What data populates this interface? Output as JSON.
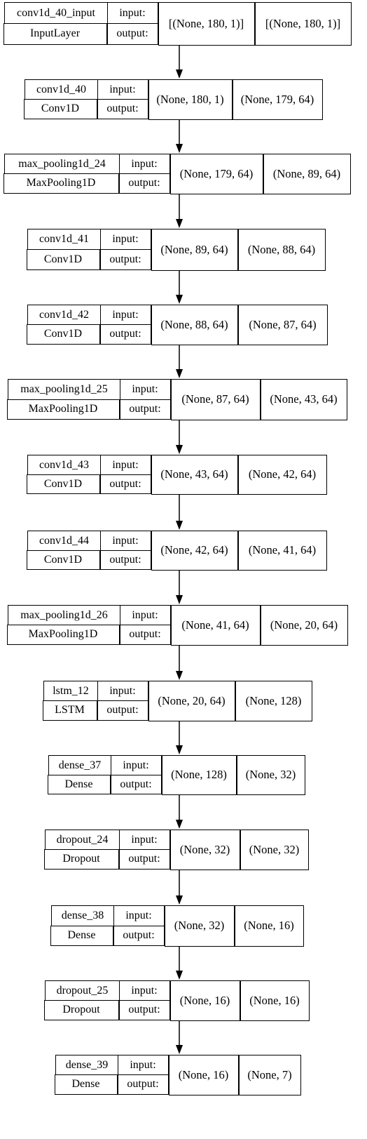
{
  "layers": [
    {
      "name": "conv1d_40_input",
      "cls": "InputLayer",
      "input_label": "input:",
      "output_label": "output:",
      "input_shape": "[(None, 180, 1)]",
      "output_shape": "[(None, 180, 1)]"
    },
    {
      "name": "conv1d_40",
      "cls": "Conv1D",
      "input_label": "input:",
      "output_label": "output:",
      "input_shape": "(None, 180, 1)",
      "output_shape": "(None, 179, 64)"
    },
    {
      "name": "max_pooling1d_24",
      "cls": "MaxPooling1D",
      "input_label": "input:",
      "output_label": "output:",
      "input_shape": "(None, 179, 64)",
      "output_shape": "(None, 89, 64)"
    },
    {
      "name": "conv1d_41",
      "cls": "Conv1D",
      "input_label": "input:",
      "output_label": "output:",
      "input_shape": "(None, 89, 64)",
      "output_shape": "(None, 88, 64)"
    },
    {
      "name": "conv1d_42",
      "cls": "Conv1D",
      "input_label": "input:",
      "output_label": "output:",
      "input_shape": "(None, 88, 64)",
      "output_shape": "(None, 87, 64)"
    },
    {
      "name": "max_pooling1d_25",
      "cls": "MaxPooling1D",
      "input_label": "input:",
      "output_label": "output:",
      "input_shape": "(None, 87, 64)",
      "output_shape": "(None, 43, 64)"
    },
    {
      "name": "conv1d_43",
      "cls": "Conv1D",
      "input_label": "input:",
      "output_label": "output:",
      "input_shape": "(None, 43, 64)",
      "output_shape": "(None, 42, 64)"
    },
    {
      "name": "conv1d_44",
      "cls": "Conv1D",
      "input_label": "input:",
      "output_label": "output:",
      "input_shape": "(None, 42, 64)",
      "output_shape": "(None, 41, 64)"
    },
    {
      "name": "max_pooling1d_26",
      "cls": "MaxPooling1D",
      "input_label": "input:",
      "output_label": "output:",
      "input_shape": "(None, 41, 64)",
      "output_shape": "(None, 20, 64)"
    },
    {
      "name": "lstm_12",
      "cls": "LSTM",
      "input_label": "input:",
      "output_label": "output:",
      "input_shape": "(None, 20, 64)",
      "output_shape": "(None, 128)"
    },
    {
      "name": "dense_37",
      "cls": "Dense",
      "input_label": "input:",
      "output_label": "output:",
      "input_shape": "(None, 128)",
      "output_shape": "(None, 32)"
    },
    {
      "name": "dropout_24",
      "cls": "Dropout",
      "input_label": "input:",
      "output_label": "output:",
      "input_shape": "(None, 32)",
      "output_shape": "(None, 32)"
    },
    {
      "name": "dense_38",
      "cls": "Dense",
      "input_label": "input:",
      "output_label": "output:",
      "input_shape": "(None, 32)",
      "output_shape": "(None, 16)"
    },
    {
      "name": "dropout_25",
      "cls": "Dropout",
      "input_label": "input:",
      "output_label": "output:",
      "input_shape": "(None, 16)",
      "output_shape": "(None, 16)"
    },
    {
      "name": "dense_39",
      "cls": "Dense",
      "input_label": "input:",
      "output_label": "output:",
      "input_shape": "(None, 16)",
      "output_shape": "(None, 7)"
    }
  ]
}
